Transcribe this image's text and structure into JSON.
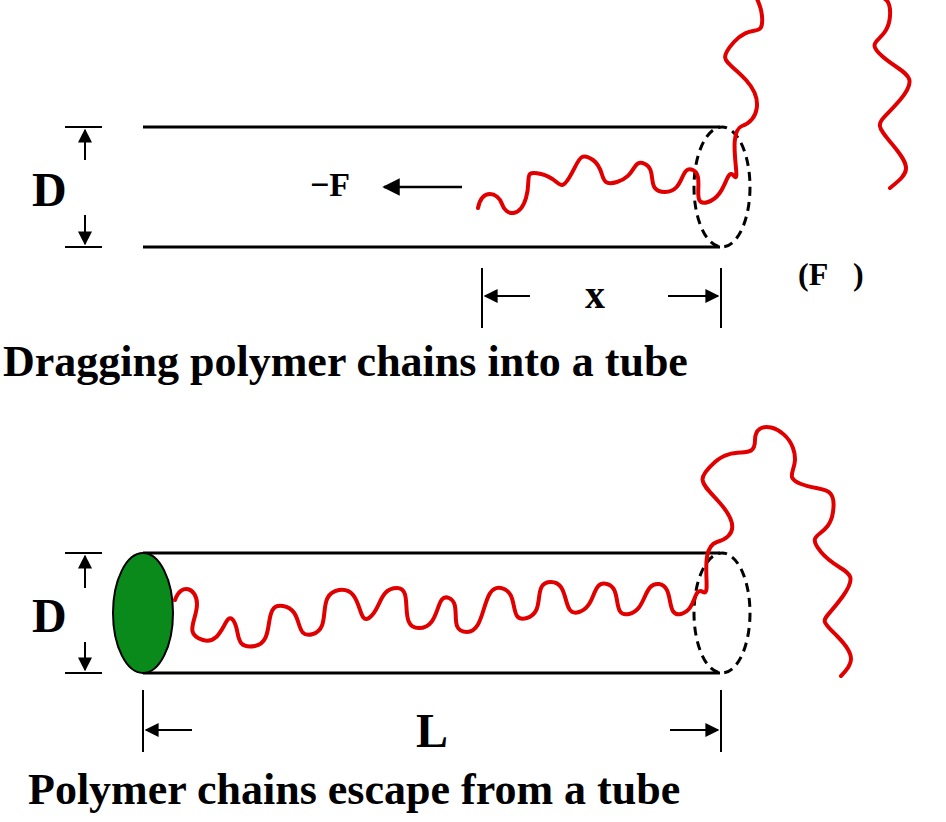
{
  "diagram": {
    "labels": [
      "D",
      "−F⃗",
      "x",
      "(F⃗)",
      "Dragging polymer chains into a tube",
      "D",
      "L",
      "Polymer chains escape from a tube"
    ]
  }
}
